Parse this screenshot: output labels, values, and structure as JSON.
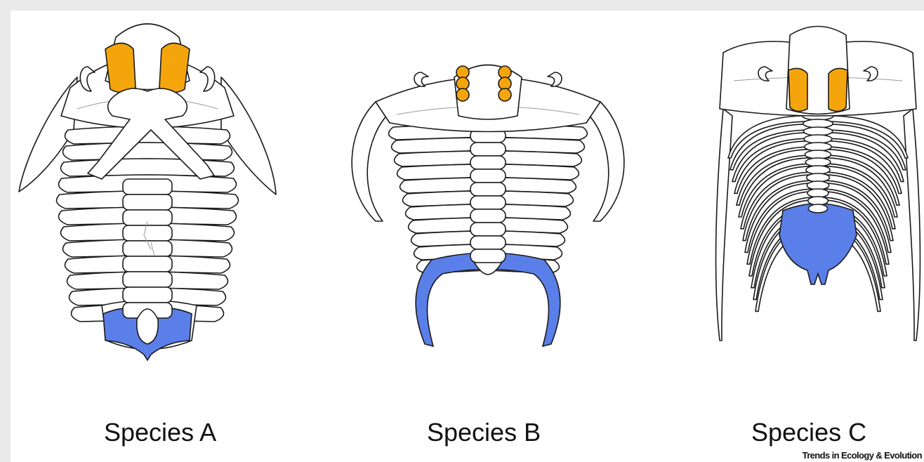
{
  "figure": {
    "species": [
      {
        "id": "a",
        "label": "Species A"
      },
      {
        "id": "b",
        "label": "Species B"
      },
      {
        "id": "c",
        "label": "Species C"
      }
    ],
    "credit": "Trends in Ecology & Evolution"
  },
  "colors": {
    "highlight_orange": "#f5a50c",
    "highlight_blue": "#5b7fe8",
    "outline": "#1a1a1a",
    "frame_border": "#e9e9ea"
  }
}
